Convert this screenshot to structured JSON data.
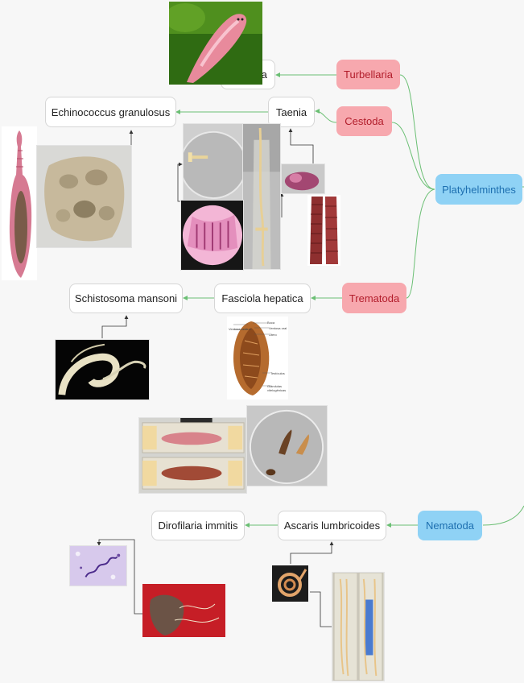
{
  "nodes": {
    "platyhelminthes": "Platyhelminthes",
    "turbellaria": "Turbellaria",
    "cestoda": "Cestoda",
    "trematoda": "Trematoda",
    "nematoda": "Nematoda",
    "planaria": "Planaria",
    "taenia": "Taenia",
    "echinococcus": "Echinococcus granulosus",
    "fasciola": "Fasciola hepatica",
    "schistosoma": "Schistosoma mansoni",
    "ascaris": "Ascaris lumbricoides",
    "dirofilaria": "Dirofilaria immitis"
  },
  "fasciola_labels": {
    "boca": "Boca",
    "ventosa_oral": "Ventosa oral",
    "utero": "Útero",
    "ventosa_ventral": "Ventosa ventral",
    "testiculos": "Testículos",
    "glandulas": "Glândulas vitelogênicas"
  },
  "colors": {
    "class_pink": "#f7a8ae",
    "class_pink_text": "#b21d2b",
    "phylum_blue": "#8fd2f5",
    "phylum_blue_text": "#1d6fb0",
    "link_green": "#6bbf74",
    "link_dark": "#333333"
  },
  "icons": {
    "photo": "specimen-photo"
  }
}
